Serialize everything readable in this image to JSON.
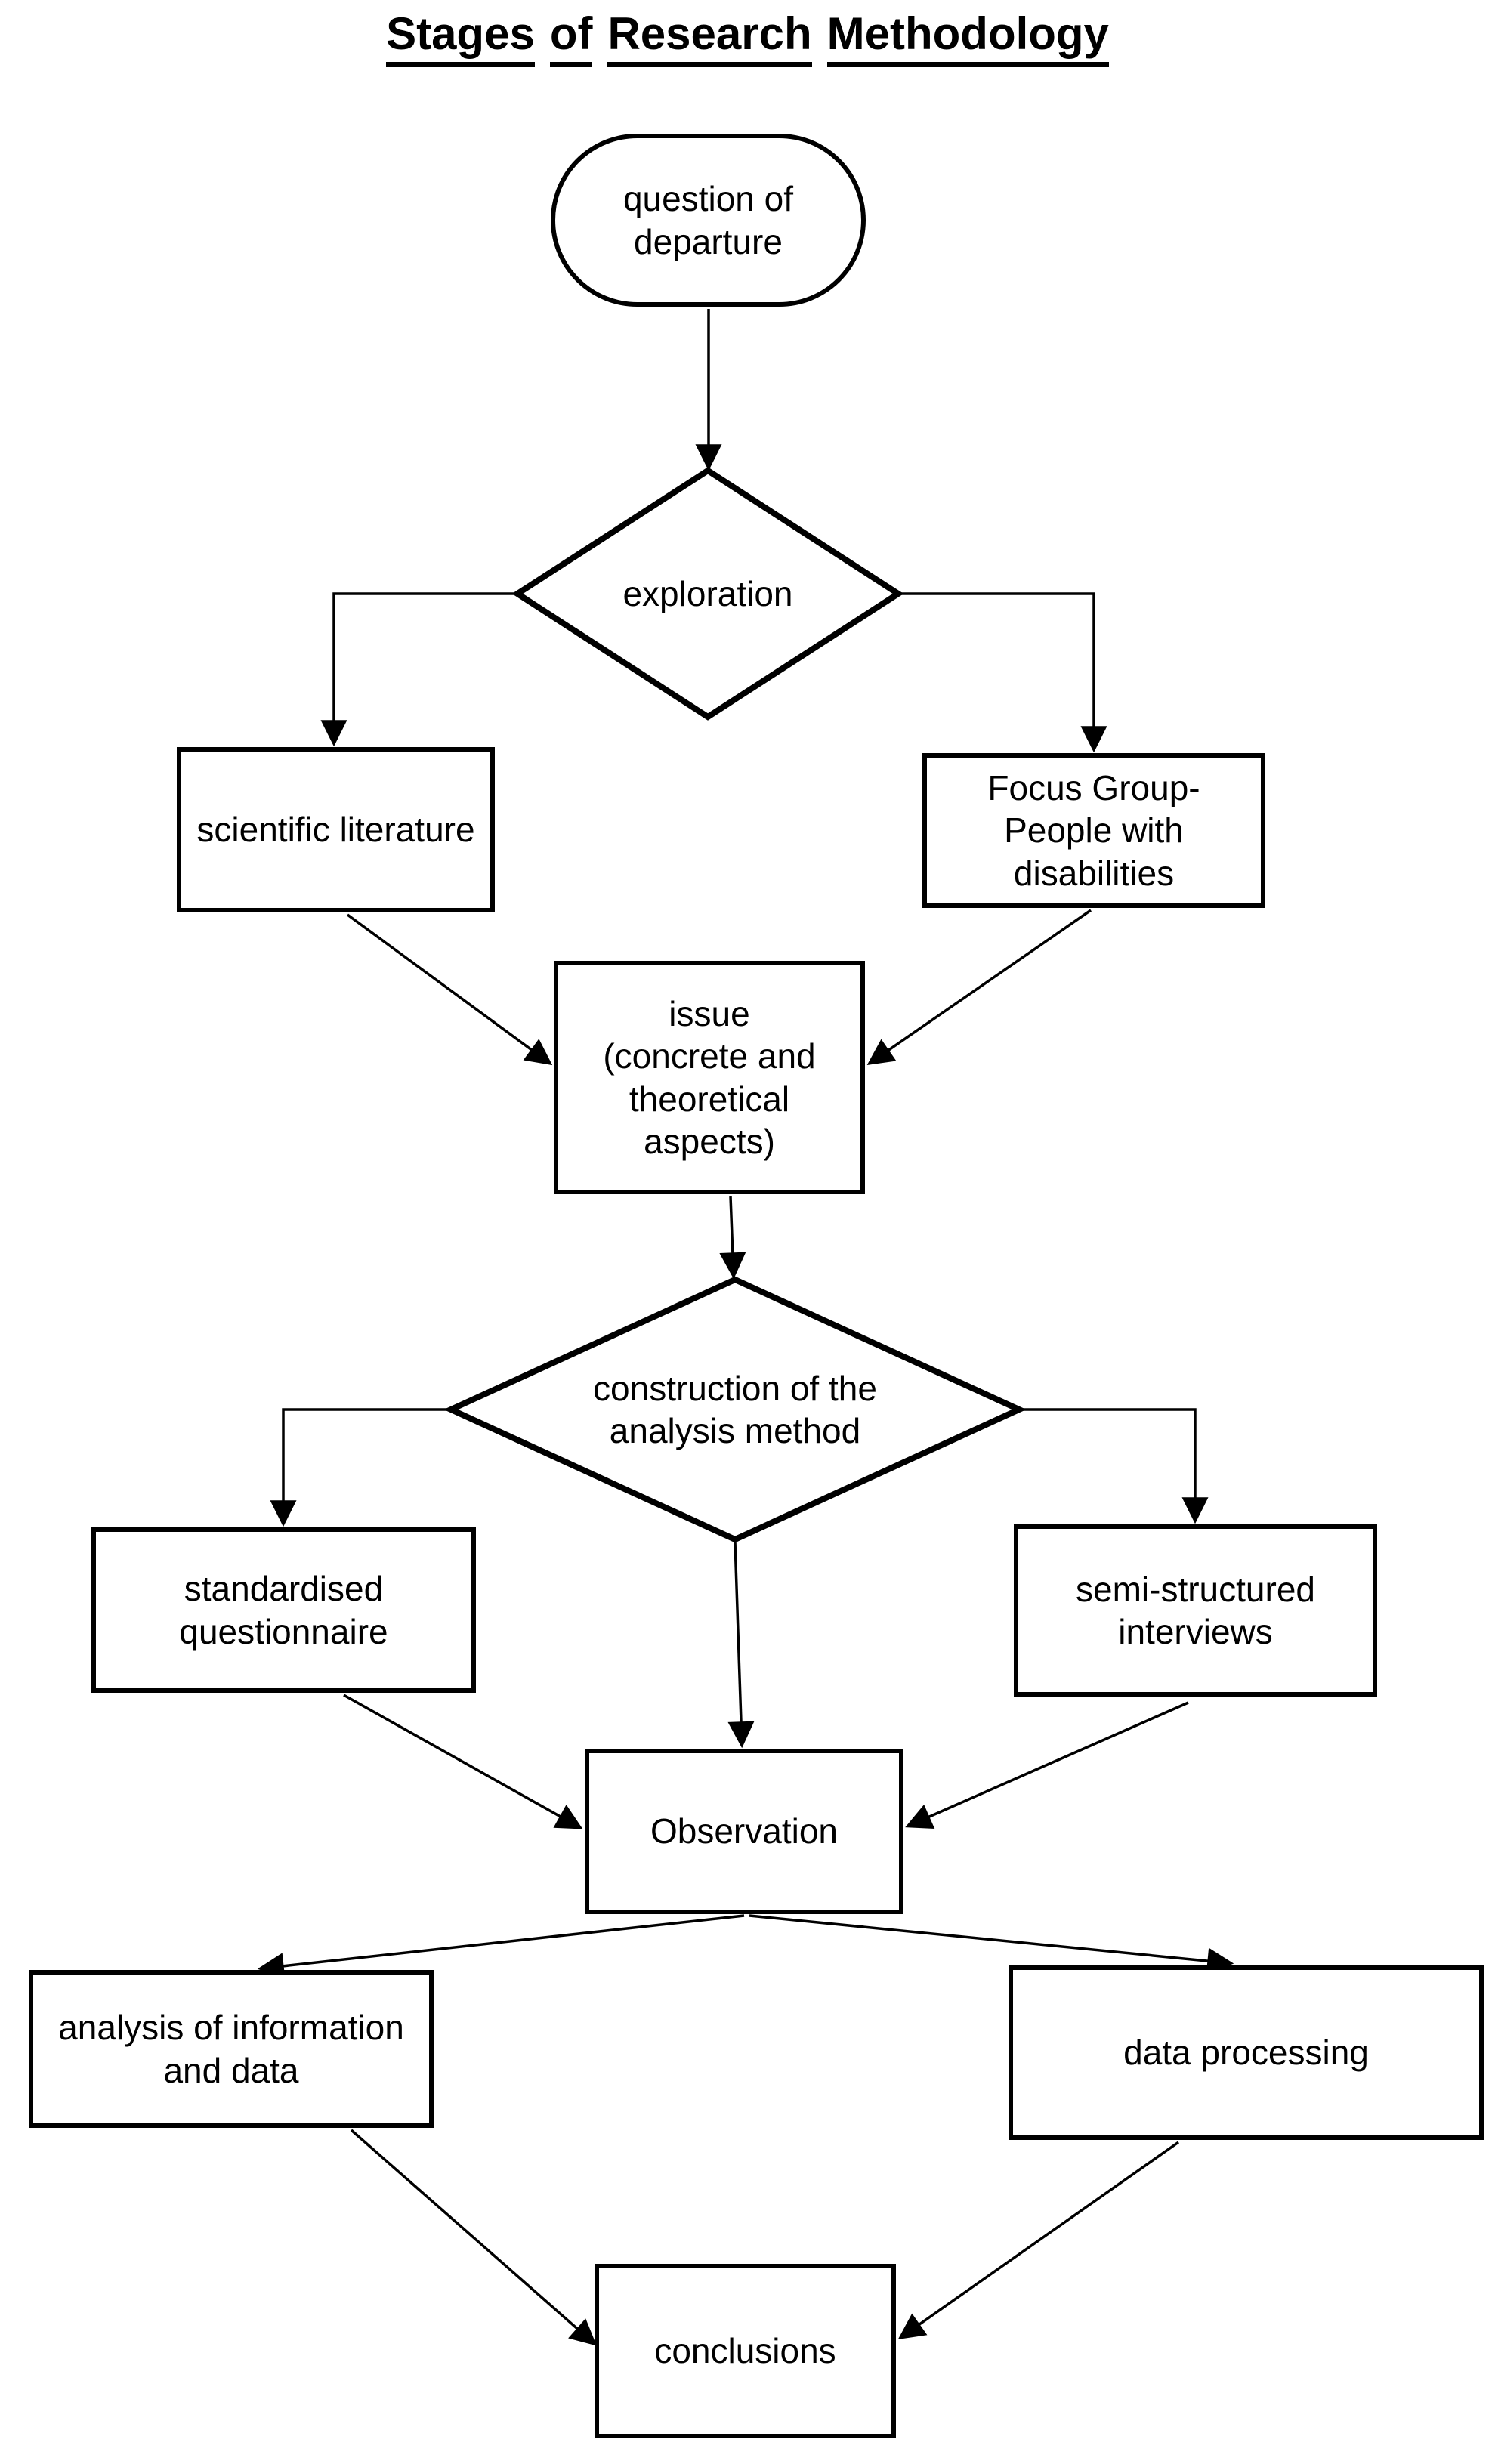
{
  "title": {
    "text": "Stages of Research Methodology",
    "words": [
      "Stages",
      "of",
      "Research",
      "Methodology"
    ]
  },
  "colors": {
    "background": "#ffffff",
    "stroke": "#000000",
    "text": "#000000"
  },
  "nodes": {
    "question_of_departure": {
      "shape": "terminator",
      "label": "question of\ndeparture"
    },
    "exploration": {
      "shape": "decision",
      "label": "exploration"
    },
    "scientific_literature": {
      "shape": "process",
      "label": "scientific literature"
    },
    "focus_group": {
      "shape": "process",
      "label": "Focus Group-\nPeople with\ndisabilities"
    },
    "issue": {
      "shape": "process",
      "label": "issue\n(concrete and\ntheoretical\naspects)"
    },
    "construction_of_analysis_method": {
      "shape": "decision",
      "label": "construction of the\nanalysis method"
    },
    "standardised_questionnaire": {
      "shape": "process",
      "label": "standardised\nquestionnaire"
    },
    "semi_structured_interviews": {
      "shape": "process",
      "label": "semi-structured\ninterviews"
    },
    "observation": {
      "shape": "process",
      "label": "Observation"
    },
    "analysis_of_information_and_data": {
      "shape": "process",
      "label": "analysis of information\nand data"
    },
    "data_processing": {
      "shape": "process",
      "label": "data processing"
    },
    "conclusions": {
      "shape": "process",
      "label": "conclusions"
    }
  },
  "edges": [
    {
      "from": "question_of_departure",
      "to": "exploration"
    },
    {
      "from": "exploration",
      "to": "scientific_literature"
    },
    {
      "from": "exploration",
      "to": "focus_group"
    },
    {
      "from": "scientific_literature",
      "to": "issue"
    },
    {
      "from": "focus_group",
      "to": "issue"
    },
    {
      "from": "issue",
      "to": "construction_of_analysis_method"
    },
    {
      "from": "construction_of_analysis_method",
      "to": "standardised_questionnaire"
    },
    {
      "from": "construction_of_analysis_method",
      "to": "semi_structured_interviews"
    },
    {
      "from": "construction_of_analysis_method",
      "to": "observation"
    },
    {
      "from": "standardised_questionnaire",
      "to": "observation"
    },
    {
      "from": "semi_structured_interviews",
      "to": "observation"
    },
    {
      "from": "observation",
      "to": "analysis_of_information_and_data"
    },
    {
      "from": "observation",
      "to": "data_processing"
    },
    {
      "from": "analysis_of_information_and_data",
      "to": "conclusions"
    },
    {
      "from": "data_processing",
      "to": "conclusions"
    }
  ]
}
